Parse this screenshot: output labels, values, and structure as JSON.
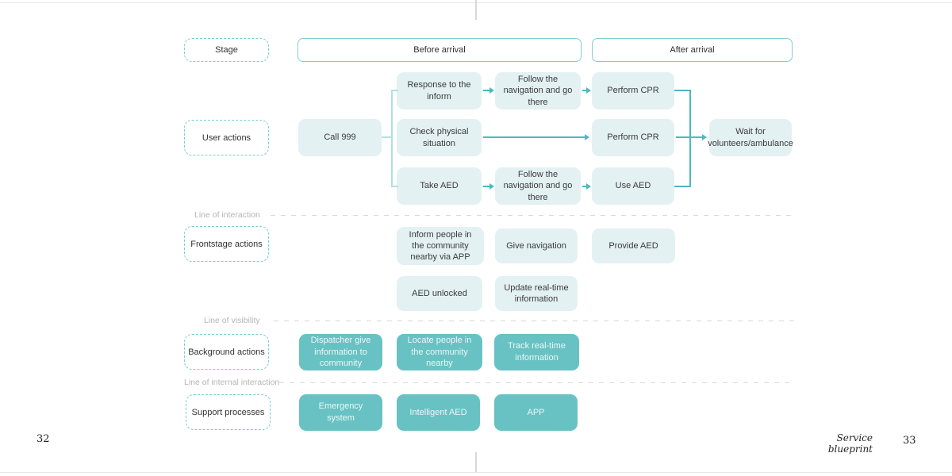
{
  "header": {
    "stage": "Stage",
    "before": "Before arrival",
    "after": "After arrival"
  },
  "separators": {
    "interaction": "Line of interaction",
    "visibility": "Line of visibility",
    "internal": "Line of internal interaction"
  },
  "lanes": {
    "user_actions": {
      "label": "User actions",
      "boxes": {
        "call_999": "Call 999",
        "response": "Response to the inform",
        "follow_nav_1": "Follow the navigation and go there",
        "perform_cpr_1": "Perform CPR",
        "check_physical": "Check physical situation",
        "perform_cpr_2": "Perform CPR",
        "take_aed": "Take AED",
        "follow_nav_2": "Follow the navigation and go there",
        "use_aed": "Use AED",
        "wait": "Wait for volunteers/ambulance"
      }
    },
    "frontstage": {
      "label": "Frontstage actions",
      "boxes": {
        "inform_people": "Inform people in the community nearby via APP",
        "give_navigation": "Give navigation",
        "provide_aed": "Provide AED",
        "aed_unlocked": "AED unlocked",
        "update_realtime": "Update real-time information"
      }
    },
    "background": {
      "label": "Background actions",
      "boxes": {
        "dispatcher": "Dispatcher give information to community",
        "locate_people": "Locate people in the community nearby",
        "track_realtime": "Track real-time information"
      }
    },
    "support": {
      "label": "Support processes",
      "boxes": {
        "emergency_system": "Emergency system",
        "intelligent_aed": "Intelligent AED",
        "app": "APP"
      }
    }
  },
  "footer": {
    "page_left": "32",
    "page_right": "33",
    "caption": "Service blueprint"
  },
  "colors": {
    "accent_teal": "#4eb9c0",
    "light_box_fill": "#e4f1f3",
    "teal_box_fill": "#68c2c3",
    "dashed_border_teal": "#79ccd1",
    "separator_gray": "#d9d9d9",
    "separator_label_gray": "#b5b5b5"
  }
}
